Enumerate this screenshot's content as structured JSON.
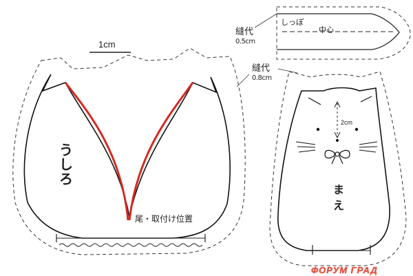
{
  "scale_label": "1cm",
  "seam_allowance_1": {
    "label": "縫代",
    "value": "0.5cm"
  },
  "seam_allowance_2": {
    "label": "縫代",
    "value": "0.8cm"
  },
  "tail_piece": {
    "label": "しっぽ",
    "center_label": "中心"
  },
  "back_piece": {
    "label": "うしろ",
    "tail_position_label": "尾・取付け位置"
  },
  "front_piece": {
    "label": "まえ",
    "dimension_label": "2cm"
  },
  "watermark": "ФОРУМ ГРАД",
  "colors": {
    "line": "#222222",
    "tail_position_line": "#d42a23",
    "watermark": "#e8503c"
  }
}
